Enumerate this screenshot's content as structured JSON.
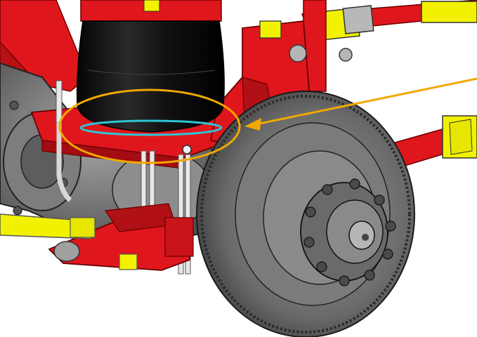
{
  "figure": {
    "subject": "suspension-airbag-brake-assembly-illustration",
    "callout": {
      "shape": "ellipse",
      "pointer": "arrow",
      "color": "#f0a800"
    },
    "colors": {
      "frame_red": "#e0161d",
      "frame_red_dark": "#a30d12",
      "airbag_black": "#141414",
      "airbag_ring": "#2ec4d6",
      "axle_gray": "#8a8a8a",
      "rotor_gray": "#6e6e6e",
      "highlight_yellow": "#f2f200",
      "background": "#ffffff"
    }
  }
}
